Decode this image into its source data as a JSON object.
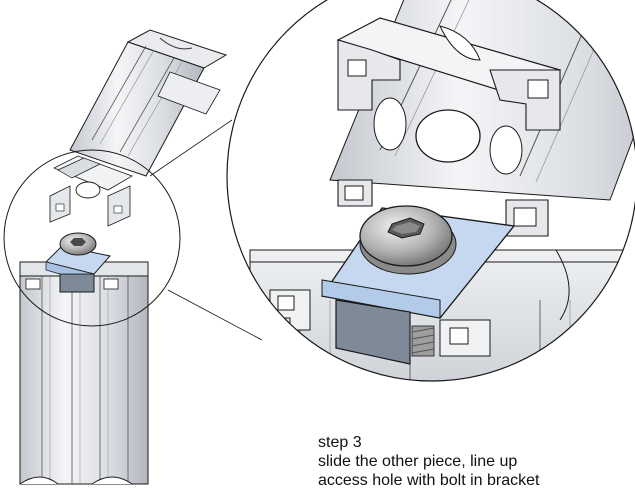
{
  "caption": {
    "step": "step 3",
    "line1": "slide the other piece, line up",
    "line2": "access hole with bolt in bracket"
  },
  "colors": {
    "background": "#ffffff",
    "outline": "#1a1a1a",
    "aluminum_light": "#f2f3f5",
    "aluminum_mid": "#d9dce1",
    "aluminum_dark": "#b5b9c0",
    "bracket_top": "#c5d8f0",
    "bracket_side": "#7f8a99",
    "bolt": "#b8b8b8"
  },
  "icons": {
    "bolt": "socket-head-bolt-icon",
    "bracket": "t-slot-bracket-icon",
    "extrusion": "aluminum-extrusion-icon"
  }
}
